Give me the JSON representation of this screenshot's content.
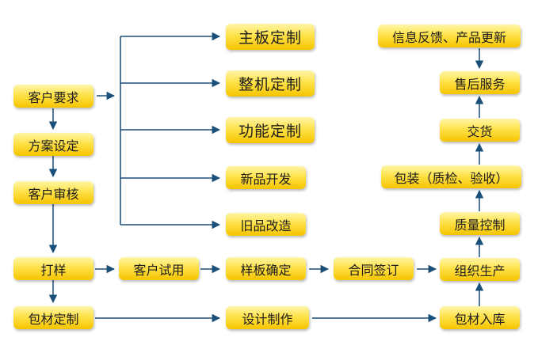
{
  "left_column": {
    "customer_request": "客户要求",
    "plan_setting": "方案设定",
    "customer_review": "客户审核",
    "sampling": "打样",
    "packaging_material_custom": "包材定制"
  },
  "options": {
    "mainboard_custom": "主板定制",
    "machine_custom": "整机定制",
    "function_custom": "功能定制",
    "new_product_dev": "新品开发",
    "old_product_modify": "旧品改造"
  },
  "middle_row": {
    "customer_trial": "客户试用",
    "sample_confirm": "样板确定",
    "contract_sign": "合同签订",
    "design_production": "设计制作"
  },
  "right_column": {
    "feedback_update": "信息反馈、产品更新",
    "after_sales": "售后服务",
    "delivery": "交货",
    "packing": "包装（质检、验收）",
    "quality_control": "质量控制",
    "organize_production": "组织生产",
    "packaging_storage": "包材入库"
  },
  "colors": {
    "box_top": "#fff6a8",
    "box_mid": "#ffe24a",
    "box_bottom": "#f5c400",
    "arrow": "#1a4f7a"
  }
}
